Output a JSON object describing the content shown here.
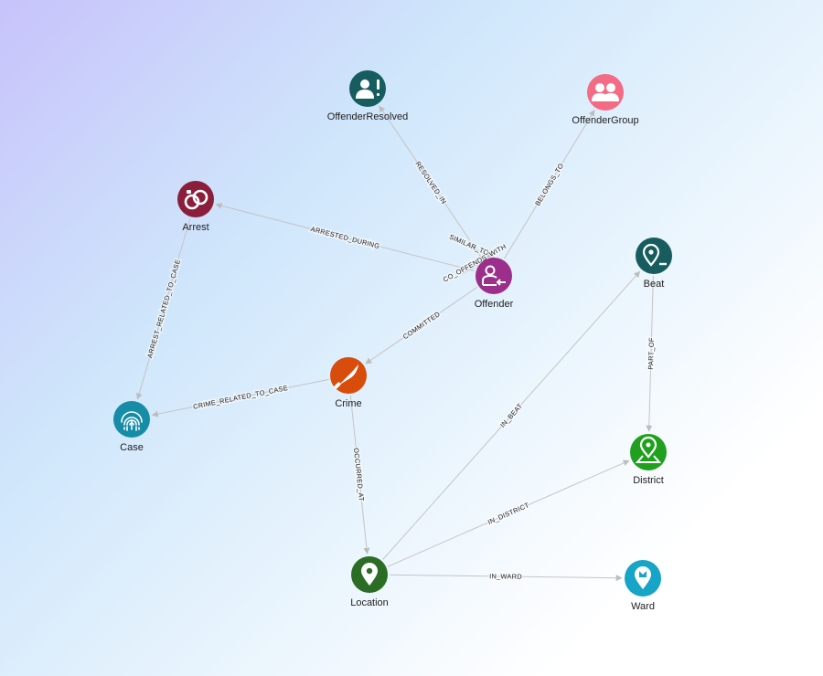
{
  "nodes": [
    {
      "id": "offender_resolved",
      "label": "OffenderResolved",
      "color": "#175c5e",
      "icon": "person-alert-icon"
    },
    {
      "id": "offender_group",
      "label": "OffenderGroup",
      "color": "#f36b84",
      "icon": "group-icon"
    },
    {
      "id": "arrest",
      "label": "Arrest",
      "color": "#8b1e3a",
      "icon": "handcuffs-icon"
    },
    {
      "id": "offender",
      "label": "Offender",
      "color": "#9b2f8b",
      "icon": "person-arrow-icon"
    },
    {
      "id": "beat",
      "label": "Beat",
      "color": "#175c5e",
      "icon": "location-minus-icon"
    },
    {
      "id": "crime",
      "label": "Crime",
      "color": "#d84c0c",
      "icon": "knife-icon"
    },
    {
      "id": "case",
      "label": "Case",
      "color": "#168ca7",
      "icon": "fingerprint-icon"
    },
    {
      "id": "district",
      "label": "District",
      "color": "#21a020",
      "icon": "map-pin-icon"
    },
    {
      "id": "location",
      "label": "Location",
      "color": "#2b6d24",
      "icon": "location-pin-icon"
    },
    {
      "id": "ward",
      "label": "Ward",
      "color": "#16a4c7",
      "icon": "pin-icon"
    }
  ],
  "edges": [
    {
      "id": "e_resolved_in",
      "from": "offender",
      "to": "offender_resolved",
      "label": "RESOLVED_IN"
    },
    {
      "id": "e_belongs_to",
      "from": "offender",
      "to": "offender_group",
      "label": "BELONGS_TO"
    },
    {
      "id": "e_arrested_during",
      "from": "offender",
      "to": "arrest",
      "label": "ARRESTED_DURING"
    },
    {
      "id": "e_similar_to",
      "from": "offender",
      "to": "offender",
      "label": "SIMILAR_TO"
    },
    {
      "id": "e_co_offends_with",
      "from": "offender",
      "to": "offender",
      "label": "CO_OFFENDS_WITH"
    },
    {
      "id": "e_committed",
      "from": "offender",
      "to": "crime",
      "label": "COMMITTED"
    },
    {
      "id": "e_arrest_related_to_case",
      "from": "arrest",
      "to": "case",
      "label": "ARREST_RELATED_TO_CASE"
    },
    {
      "id": "e_crime_related_to_case",
      "from": "crime",
      "to": "case",
      "label": "CRIME_RELATED_TO_CASE"
    },
    {
      "id": "e_occurred_at",
      "from": "crime",
      "to": "location",
      "label": "OCCURRED_AT"
    },
    {
      "id": "e_in_beat",
      "from": "location",
      "to": "beat",
      "label": "IN_BEAT"
    },
    {
      "id": "e_part_of",
      "from": "beat",
      "to": "district",
      "label": "PART_OF"
    },
    {
      "id": "e_in_district",
      "from": "location",
      "to": "district",
      "label": "IN_DISTRICT"
    },
    {
      "id": "e_in_ward",
      "from": "location",
      "to": "ward",
      "label": "IN_WARD"
    }
  ]
}
